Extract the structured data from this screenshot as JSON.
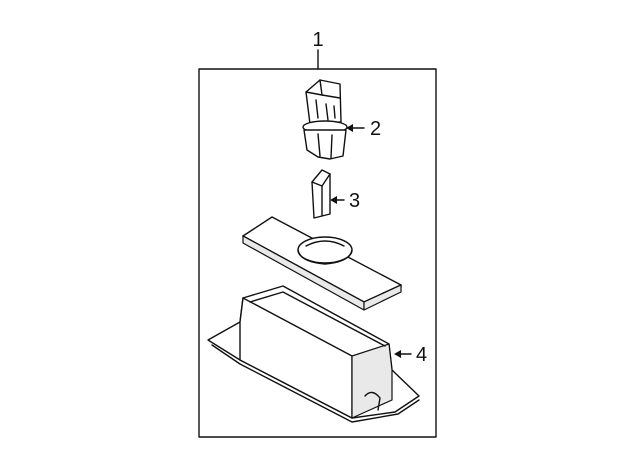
{
  "diagram": {
    "callouts": {
      "assembly": "1",
      "bulb": "2",
      "lens": "3",
      "housing": "4"
    }
  }
}
